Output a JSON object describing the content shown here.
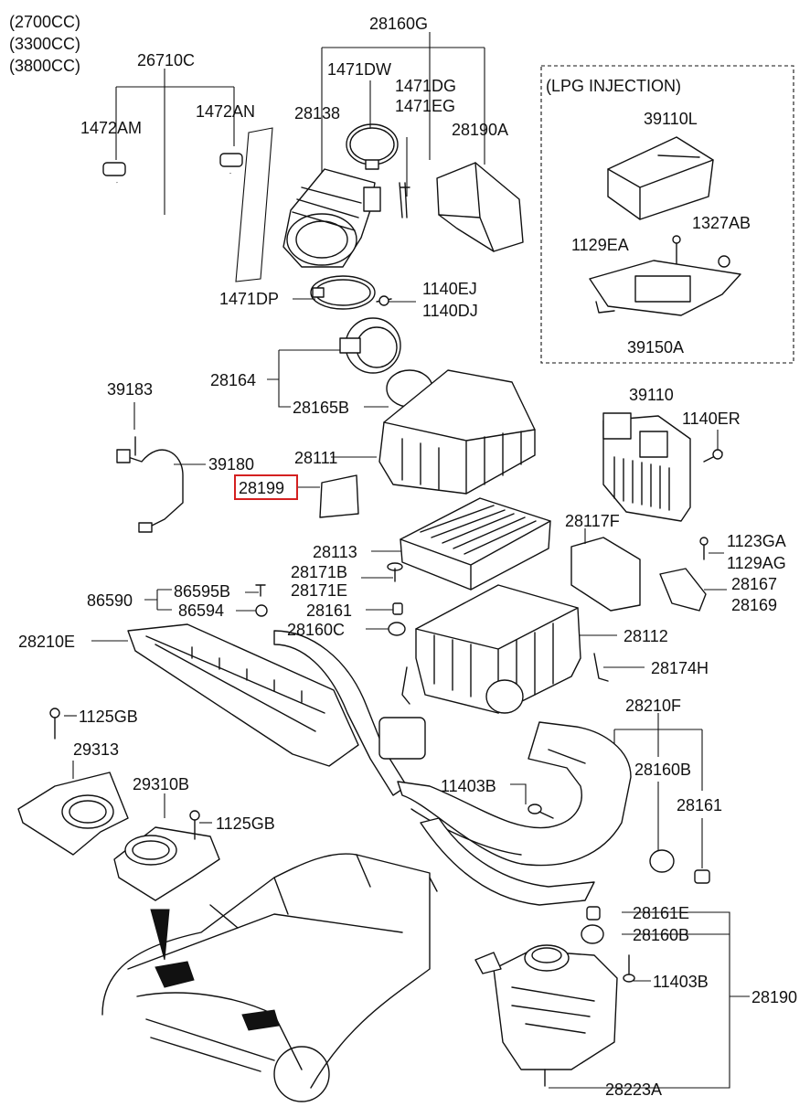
{
  "engine_notes": [
    "(2700CC)",
    "(3300CC)",
    "(3800CC)"
  ],
  "lpg_box_title": "(LPG INJECTION)",
  "highlighted_part": "28199",
  "labels": {
    "p26710C": "26710C",
    "p1472AM": "1472AM",
    "p1472AN": "1472AN",
    "p28160G": "28160G",
    "p1471DW": "1471DW",
    "p1471DG": "1471DG",
    "p1471EG": "1471EG",
    "p28138": "28138",
    "p28190A": "28190A",
    "p1471DP": "1471DP",
    "p1140EJ": "1140EJ",
    "p1140DJ": "1140DJ",
    "p28164": "28164",
    "p28165B": "28165B",
    "p39183": "39183",
    "p39180": "39180",
    "p28111": "28111",
    "p28199": "28199",
    "p39110L": "39110L",
    "p1129EA": "1129EA",
    "p1327AB": "1327AB",
    "p39150A": "39150A",
    "p39110": "39110",
    "p1140ER": "1140ER",
    "p28117F": "28117F",
    "p1123GA": "1123GA",
    "p1129AG": "1129AG",
    "p28113": "28113",
    "p28171B": "28171B",
    "p28171E": "28171E",
    "p86590": "86590",
    "p86595B": "86595B",
    "p86594": "86594",
    "p28161a": "28161",
    "p28160C": "28160C",
    "p28167": "28167",
    "p28169": "28169",
    "p28112": "28112",
    "p28210E": "28210E",
    "p28174H": "28174H",
    "p1125GBa": "1125GB",
    "p28210F": "28210F",
    "p29313": "29313",
    "p28160Ba": "28160B",
    "p29310B": "29310B",
    "p11403Ba": "11403B",
    "p28161b": "28161",
    "p1125GBb": "1125GB",
    "p28161E": "28161E",
    "p28160Bb": "28160B",
    "p11403Bb": "11403B",
    "p28190": "28190",
    "p28223A": "28223A"
  }
}
